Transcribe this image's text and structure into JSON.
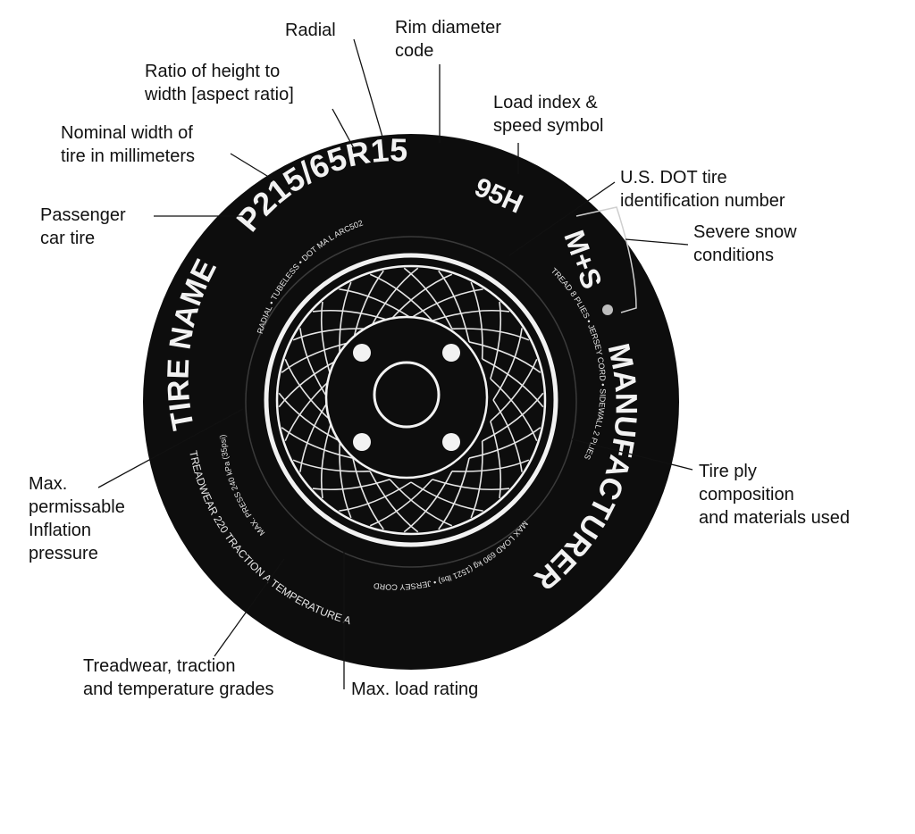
{
  "colors": {
    "tire": "#0d0d0d",
    "ink": "#111111",
    "sidewall_text": "#f2f2f2"
  },
  "tire": {
    "name": "TIRE NAME",
    "size": "P215/65R15",
    "load_speed": "95H",
    "snow": "M+S",
    "manufacturer": "MANUFACTURER",
    "small_text_top": "RADIAL • TUBELESS • DOT MA L ARC502",
    "small_text_right": "TREAD 8 PLIES • JERSEY CORD • SIDEWALL 2 PLIES",
    "small_text_left": "MAX. PRESS 240 kPa (35psi)",
    "small_text_bottom": "MAX LOAD 690 kg (1521 lbs) • JERSEY CORD",
    "grades": "TREADWEAR 220 TRACTION A TEMPERATURE A"
  },
  "callouts": {
    "radial": "Radial",
    "rim": "Rim diameter\ncode",
    "ratio": "Ratio of height to\nwidth [aspect ratio]",
    "load_index": "Load index &\nspeed symbol",
    "nominal_width": "Nominal width of\ntire in millimeters",
    "dot": "U.S. DOT tire\nidentification number",
    "passenger": "Passenger\ncar tire",
    "snow": "Severe snow\nconditions",
    "ply": "Tire ply\ncomposition\nand materials used",
    "inflation": "Max.\npermissable\nInflation\npressure",
    "treadwear": "Treadwear, traction\nand temperature grades",
    "max_load": "Max. load rating"
  }
}
